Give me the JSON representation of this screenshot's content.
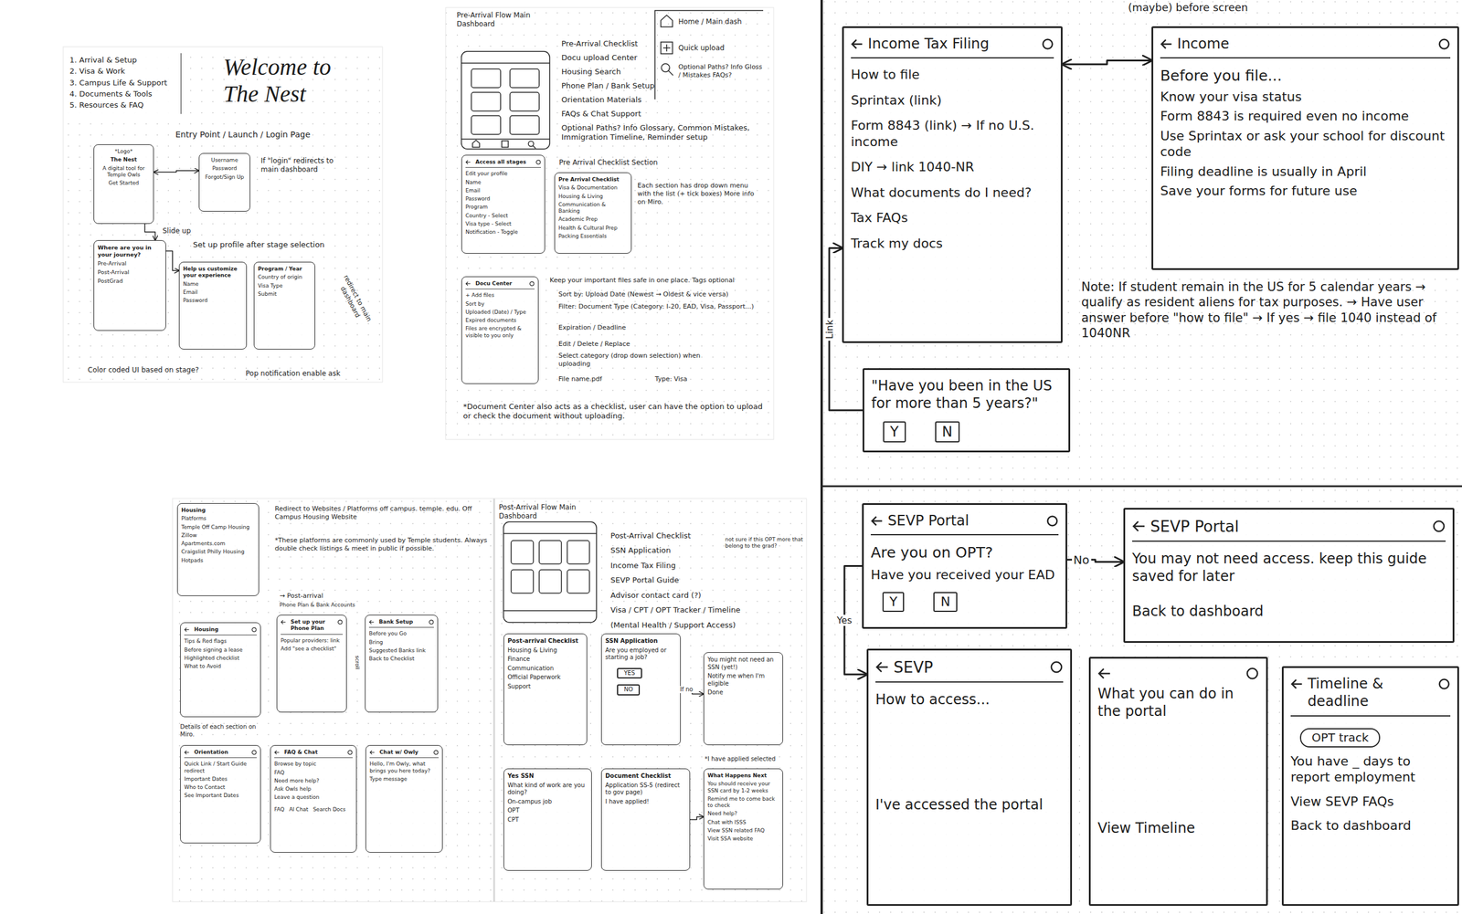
{
  "diagram": {
    "title": "Welcome to The Nest",
    "nodes": [
      {
        "text": [
          "1. Arrival & Setup",
          "2. Visa & Work",
          "3. Campus Life & Support",
          "4. Documents & Tools",
          "5. Resources & FAQ"
        ]
      },
      {
        "text": [
          "*Logo*",
          "The Nest",
          "A digital tool for Temple Owls",
          "Get Started"
        ]
      },
      {
        "text": [
          "Username",
          "Password",
          "Forgot/Sign Up"
        ]
      },
      {
        "text": [
          "Where are you in your journey?",
          "Pre-Arrival",
          "Post-Arrival",
          "PostGrad"
        ]
      },
      {
        "text": [
          "Help us customize your experience",
          "Name",
          "Email",
          "Password"
        ]
      },
      {
        "text": [
          "Program / Year",
          "Country of origin",
          "Visa Type",
          "Submit"
        ]
      },
      {
        "text": [
          "Access all stages",
          "Edit your profile",
          "Name",
          "Email",
          "Password",
          "Program",
          "Country - Select",
          "Visa type - Select",
          "Notification - Toggle"
        ]
      },
      {
        "text": [
          "Pre Arrival Checklist",
          "Visa & Documentation",
          "Housing & Living",
          "Communication & Banking",
          "Academic Prep",
          "Health & Cultural Prep",
          "Packing Essentials"
        ]
      },
      {
        "text": [
          "Docu Center",
          "+ Add files",
          "Sort by",
          "Uploaded (Date) / Type",
          "Expired documents",
          "Files are encrypted & visible to you only"
        ]
      },
      {
        "text": [
          "Housing",
          "Platforms",
          "Temple Off Camp Housing",
          "Zillow",
          "Apartments.com",
          "Craigslist Philly Housing",
          "Hotpads"
        ]
      },
      {
        "text": [
          "Housing",
          "Tips & Red flags",
          "Before signing a lease",
          "Highlighted checklist",
          "What to Avoid"
        ]
      },
      {
        "text": [
          "Set up your Phone Plan",
          "Popular providers: link",
          "Add \"see a checklist\""
        ]
      },
      {
        "text": [
          "Bank Setup",
          "Before you Go",
          "Bring",
          "Suggested Banks link",
          "Back to Checklist"
        ]
      },
      {
        "text": [
          "Orientation",
          "Quick Link / Start Guide redirect",
          "Important Dates",
          "Who to Contact",
          "See Important Dates"
        ]
      },
      {
        "text": [
          "FAQ & Chat",
          "Browse by topic",
          "FAQ",
          "Need more help?",
          "Ask Owls help",
          "Leave a question",
          "FAQ",
          "AI Chat",
          "Search Docs"
        ]
      },
      {
        "text": [
          "Chat w/ Owly",
          "Hello, I'm Owly, what brings you here today?",
          "Type message"
        ]
      },
      {
        "text": [
          "Post-arrival Checklist",
          "Housing & Living",
          "Finance",
          "Communication",
          "Official Paperwork",
          "Support"
        ]
      },
      {
        "text": [
          "SSN Application",
          "Are you employed or starting a job?"
        ]
      },
      {
        "text": [
          "YES"
        ],
        "in": 17
      },
      {
        "text": [
          "NO"
        ],
        "in": 17
      },
      {
        "text": [
          "You might not need an SSN (yet!)",
          "Notify me when I'm eligible",
          "Done"
        ]
      },
      {
        "text": [
          "Yes SSN",
          "What kind of work are you doing?",
          "On-campus job",
          "OPT",
          "CPT"
        ]
      },
      {
        "text": [
          "Document Checklist",
          "Application SS-5 (redirect to gov page)",
          "I have applied!"
        ]
      },
      {
        "text": [
          "What Happens Next",
          "You should receive your SSN card by 1-2 weeks",
          "Remind me to come back to check",
          "Need help?",
          "Chat with ISSS",
          "View SSN related FAQ",
          "Visit SSA website"
        ]
      },
      {
        "text": [
          "Income Tax Filing",
          "How to file",
          "Sprintax (link)",
          "Form 8843 (link) → If no U.S. income",
          "DIY → link 1040-NR",
          "What documents do I need?",
          "Tax FAQs",
          "Track my docs"
        ]
      },
      {
        "text": [
          "Income",
          "Before you file...",
          "Know your visa status",
          "Form 8843 is required even no income",
          "Use Sprintax or ask your school for discount code",
          "Filing deadline is usually in April",
          "Save your forms for future use"
        ]
      },
      {
        "text": [
          "\"Have you been in the US for more than 5 years?\""
        ]
      },
      {
        "text": [
          "Y"
        ],
        "in": 26
      },
      {
        "text": [
          "N"
        ],
        "in": 26
      },
      {
        "text": [
          "SEVP Portal",
          "Are you on OPT?",
          "Have you received your EAD"
        ]
      },
      {
        "text": [
          "Y"
        ],
        "in": 29
      },
      {
        "text": [
          "N"
        ],
        "in": 29
      },
      {
        "text": [
          "SEVP Portal",
          "You may not need access. keep this guide saved for later",
          "Back to dashboard"
        ]
      },
      {
        "text": [
          "SEVP",
          "How to access...",
          "I've accessed the portal"
        ]
      },
      {
        "text": [
          "What you can do in the portal",
          "View Timeline"
        ]
      },
      {
        "text": [
          "Timeline & deadline",
          "You have _ days to report employment",
          "View SEVP FAQs",
          "Back to dashboard"
        ]
      },
      {
        "text": [
          "OPT track"
        ],
        "in": 35
      }
    ],
    "edges": [
      {
        "from": 1,
        "to": 2,
        "arrow": "both"
      },
      {
        "from": 1,
        "to": 3,
        "arrow": "to"
      },
      {
        "from": 3,
        "to": 4,
        "arrow": "to"
      },
      {
        "from": 17,
        "to": 20,
        "label": "If no",
        "arrow": "to"
      },
      {
        "from": 22,
        "to": 23,
        "arrow": "to"
      },
      {
        "from": 24,
        "to": 25,
        "arrow": "both"
      },
      {
        "from": 26,
        "to": 24,
        "label": "Link",
        "arrow": "to"
      },
      {
        "from": 29,
        "to": 32,
        "label": "No",
        "arrow": "to"
      },
      {
        "from": 29,
        "to": 33,
        "label": "Yes",
        "arrow": "to"
      }
    ],
    "labels": [
      "Entry Point / Launch / Login Page",
      "If \"login\" redirects to main dashboard",
      "Slide up",
      "Set up profile after stage selection",
      "redirect to main dashboard",
      "Color coded UI based on stage?",
      "Pop notification enable ask",
      "Pre-Arrival Flow Main Dashboard",
      "Home / Main dash",
      "Quick upload",
      "Optional Paths? Info Gloss / Mistakes FAQs?",
      "Pre-Arrival Checklist",
      "Docu upload Center",
      "Housing Search",
      "Phone Plan / Bank Setup",
      "Orientation Materials",
      "FAQs & Chat Support",
      "Optional Paths? Info Glossary, Common Mistakes, Immigration Timeline, Reminder setup",
      "Pre Arrival Checklist Section",
      "Each section has drop down menu with the list (+ tick boxes) More info on Miro.",
      "Keep your important files safe in one place. Tags optional",
      "Sort by: Upload Date (Newest → Oldest & vice versa)",
      "Filter: Document Type (Category: I-20, EAD, Visa, Passport...)",
      "Expiration / Deadline",
      "Edit / Delete / Replace",
      "Select category (drop down selection) when uploading",
      "File name.pdf",
      "Type: Visa",
      "*Document Center also acts as a checklist, user can have the option to upload or check the document without uploading.",
      "Redirect to Websites / Platforms off campus. temple. edu. Off Campus Housing Website",
      "*These platforms are commonly used by Temple students. Always double check listings & meet in public if possible.",
      "→ Post-arrival",
      "Phone Plan & Bank Accounts",
      "Details of each section on Miro.",
      "Post-Arrival Flow Main Dashboard",
      "Post-Arrival Checklist",
      "SSN Application",
      "Income Tax Filing",
      "SEVP Portal Guide",
      "not sure if this OPT more that belong to the grad?",
      "Advisor contact card (?)",
      "Visa / CPT / OPT Tracker / Timeline",
      "(Mental Health / Support Access)",
      "*I have applied selected",
      "scroll",
      "(maybe) before screen",
      "Note: If student remain in the US for 5 calendar years → qualify as resident aliens for tax purposes. → Have user answer before \"how to file\" → If yes → file 1040 instead of 1040NR"
    ]
  }
}
